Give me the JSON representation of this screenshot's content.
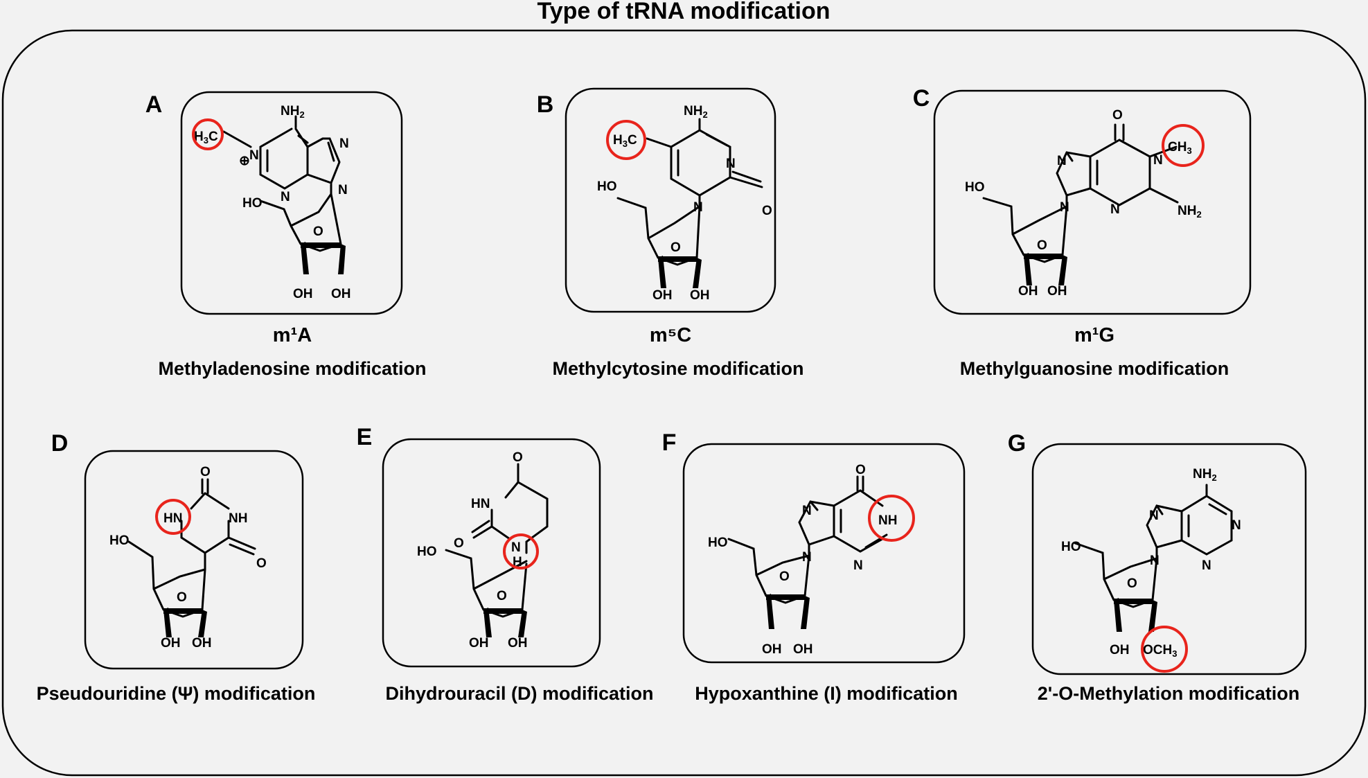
{
  "figure": {
    "title": "Type of tRNA modification",
    "highlight_color": "#e8241c",
    "panels": [
      {
        "letter": "A",
        "abbreviation": "m¹A",
        "caption": "Methyladenosine modification"
      },
      {
        "letter": "B",
        "abbreviation": "m⁵C",
        "caption": "Methylcytosine modification"
      },
      {
        "letter": "C",
        "abbreviation": "m¹G",
        "caption": "Methylguanosine modification"
      },
      {
        "letter": "D",
        "abbreviation": "",
        "caption": "Pseudouridine (Ψ) modification"
      },
      {
        "letter": "E",
        "abbreviation": "",
        "caption": "Dihydrouracil (D) modification"
      },
      {
        "letter": "F",
        "abbreviation": "",
        "caption": "Hypoxanthine (I) modification"
      },
      {
        "letter": "G",
        "abbreviation": "",
        "caption": "2'-O-Methylation modification"
      }
    ]
  },
  "labels": {
    "nh2": "NH",
    "two": "2",
    "three": "3",
    "h": "H",
    "n": "N",
    "o": "O",
    "oh": "OH",
    "ho": "HO",
    "hn": "HN",
    "nh": "NH",
    "plus": "⊕",
    "c": "C",
    "ch": "CH",
    "och": "OCH"
  }
}
